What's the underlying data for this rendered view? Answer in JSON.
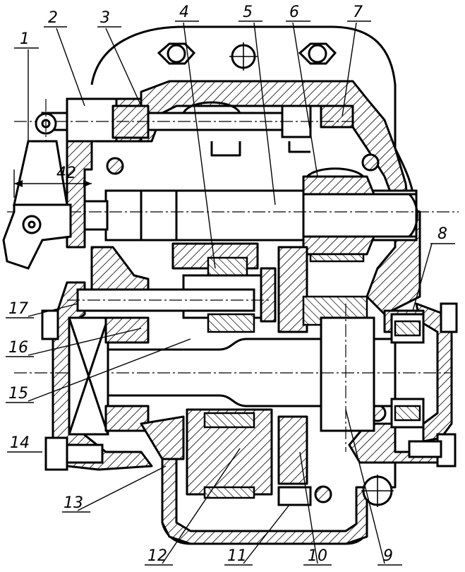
{
  "dimension": "42",
  "callouts": {
    "c1": "1",
    "c2": "2",
    "c3": "3",
    "c4": "4",
    "c5": "5",
    "c6": "6",
    "c7": "7",
    "c8": "8",
    "c9": "9",
    "c10": "10",
    "c11": "11",
    "c12": "12",
    "c13": "13",
    "c14": "14",
    "c15": "15",
    "c16": "16",
    "c17": "17"
  }
}
